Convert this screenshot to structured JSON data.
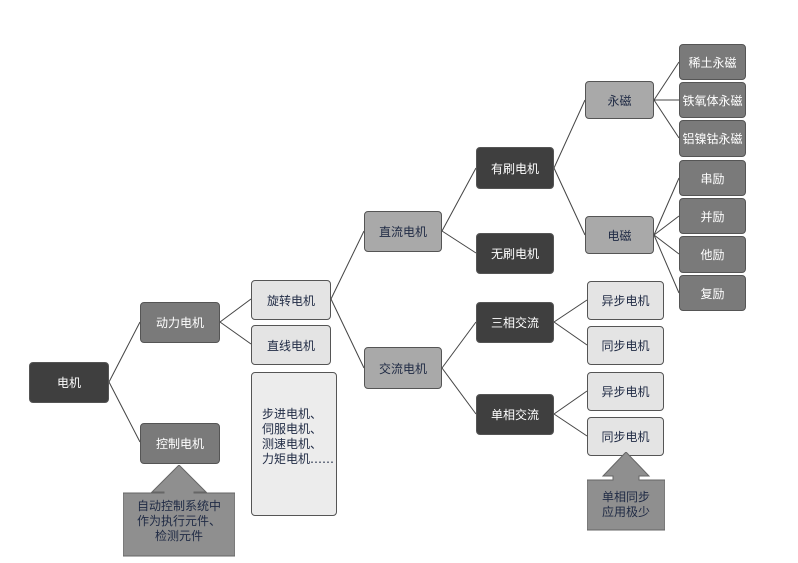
{
  "nodes": {
    "root": "电机",
    "power": "动力电机",
    "control": "控制电机",
    "rotary": "旋转电机",
    "linear": "直线电机",
    "dc": "直流电机",
    "ac": "交流电机",
    "brushed": "有刷电机",
    "brushless": "无刷电机",
    "three_phase": "三相交流",
    "single_phase": "单相交流",
    "permanent_magnet": "永磁",
    "electromagnet": "电磁",
    "rare_earth": "稀土永磁",
    "ferrite": "铁氧体永磁",
    "alnico": "铝镍钴永磁",
    "series": "串励",
    "shunt": "并励",
    "separate": "他励",
    "compound": "复励",
    "three_async": "异步电机",
    "three_sync": "同步电机",
    "single_async": "异步电机",
    "single_sync": "同步电机"
  },
  "control_list": [
    "步进电机、",
    "伺服电机、",
    "测速电机、",
    "力矩电机……"
  ],
  "callouts": {
    "control_note": [
      "自动控制系统中",
      "作为执行元件、",
      "检测元件"
    ],
    "sync_note": [
      "单相同步",
      "应用极少"
    ]
  },
  "colors": {
    "dark": "#3f3f3f",
    "medium": "#7a7a7a",
    "light_medium": "#a9a9a9",
    "light": "#e4e4e4",
    "edge": "#444444",
    "text_dark": "#1f2a44"
  }
}
